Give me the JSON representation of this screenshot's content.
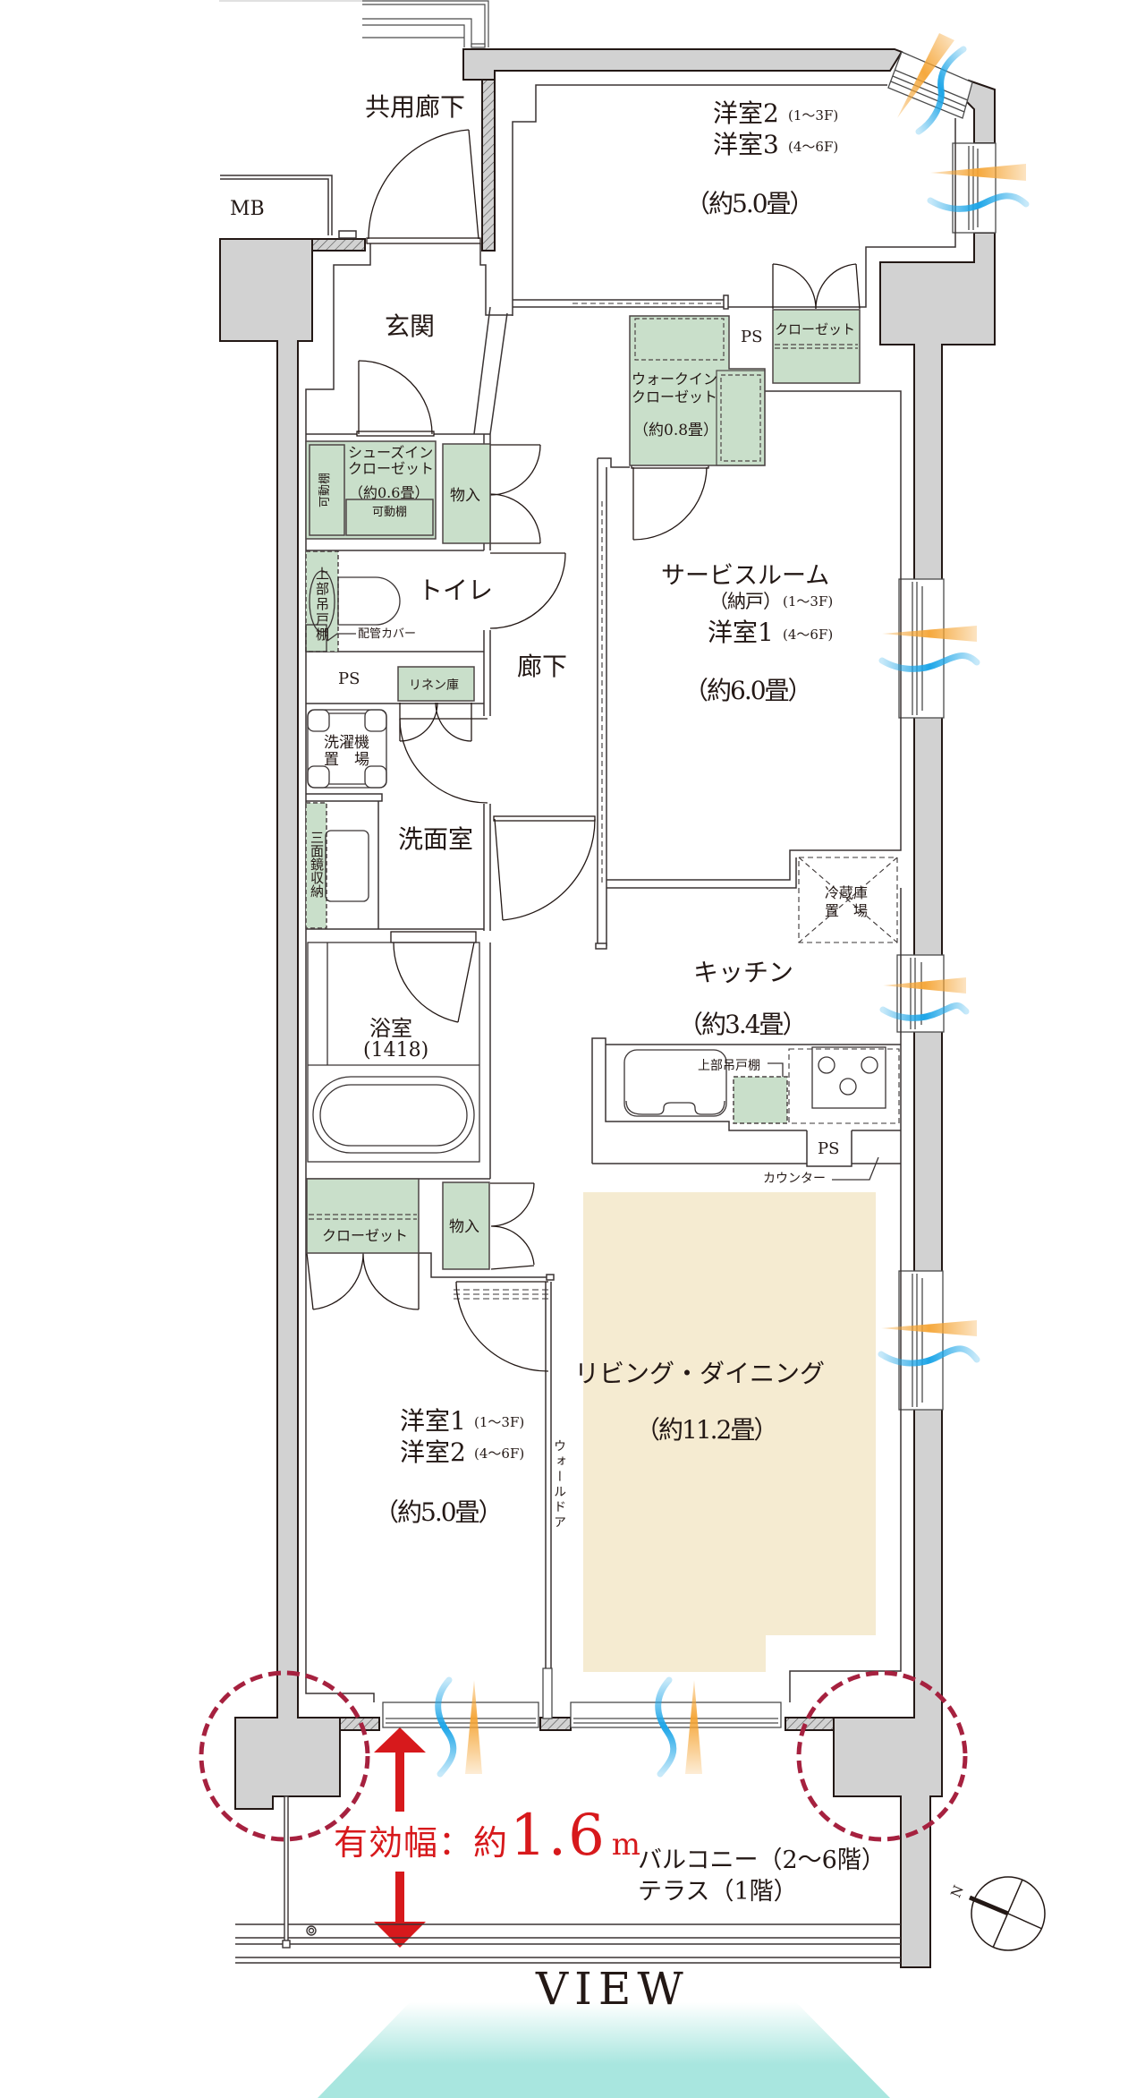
{
  "labels": {
    "common_corridor": "共用廊下",
    "meter_box": "MB",
    "entrance": "玄関",
    "north_room": {
      "name_a": "洋室2",
      "floors_a": "(1〜3F)",
      "name_b": "洋室3",
      "floors_b": "(4〜6F)",
      "size": "（約5.0畳）"
    },
    "closet_north": "クローゼット",
    "ps": [
      "PS",
      "PS",
      "PS"
    ],
    "walk_in_closet": {
      "line1": "ウォークイン",
      "line2": "クローゼット",
      "size": "（約0.8畳）"
    },
    "shoe_in_closet": {
      "line1": "シューズイン",
      "line2": "クローゼット",
      "size": "（約0.6畳）",
      "shelf": "可動棚",
      "side_shelf": "可動棚"
    },
    "storage": [
      "物入",
      "物入"
    ],
    "toilet": {
      "name": "トイレ",
      "upper_cabinet": "上部吊戸棚",
      "pipe_cover": "配管カバー"
    },
    "service_room": {
      "name": "サービスルーム",
      "storeroom": "（納戸）",
      "floors_a": "(1〜3F)",
      "name_b": "洋室1",
      "floors_b": "(4〜6F)",
      "size": "（約6.0畳）"
    },
    "corridor": "廊下",
    "linen_closet": "リネン庫",
    "washer_space": {
      "line1": "洗濯機",
      "line2": "置　場"
    },
    "washroom": {
      "name": "洗面室",
      "mirror_cabinet": "三面鏡収納"
    },
    "fridge_space": {
      "line1": "冷蔵庫",
      "line2": "置　場"
    },
    "kitchen": {
      "name": "キッチン",
      "size": "（約3.4畳）",
      "upper_cabinet": "上部吊戸棚",
      "counter": "カウンター"
    },
    "bathroom": {
      "name": "浴室",
      "unit_size": "(1418)"
    },
    "closet_south": "クローゼット",
    "south_room": {
      "name_a": "洋室1",
      "floors_a": "(1〜3F)",
      "name_b": "洋室2",
      "floors_b": "(4〜6F)",
      "size": "（約5.0畳）"
    },
    "wall_door": "ウォールドア",
    "living_dining": {
      "name": "リビング・ダイニング",
      "size": "（約11.2畳）"
    },
    "balcony": {
      "line1": "バルコニー（2〜6階）",
      "line2": "テラス（1階）"
    },
    "effective_width": {
      "prefix": "有効幅：約",
      "value": "1.6",
      "unit": "m"
    },
    "view": "VIEW",
    "compass_north": "N"
  },
  "icons": {
    "compass": "compass-icon",
    "width_arrow": "double-arrow-icon",
    "sunlight": "sunlight-ray-icon",
    "airflow": "airflow-wave-icon",
    "highlight": "dashed-circle-highlight-icon"
  },
  "colors": {
    "wall": "#d2d2d2",
    "line": "#231815",
    "storage_green": "#c9dfca",
    "living_beige": "#f5ebd1",
    "accent_red": "#d7191c",
    "highlight_circle": "#a6213f",
    "sunlight_orange": "#f5a433",
    "airflow_blue": "#1ea6e8",
    "view_mint": "#a8e6df"
  }
}
